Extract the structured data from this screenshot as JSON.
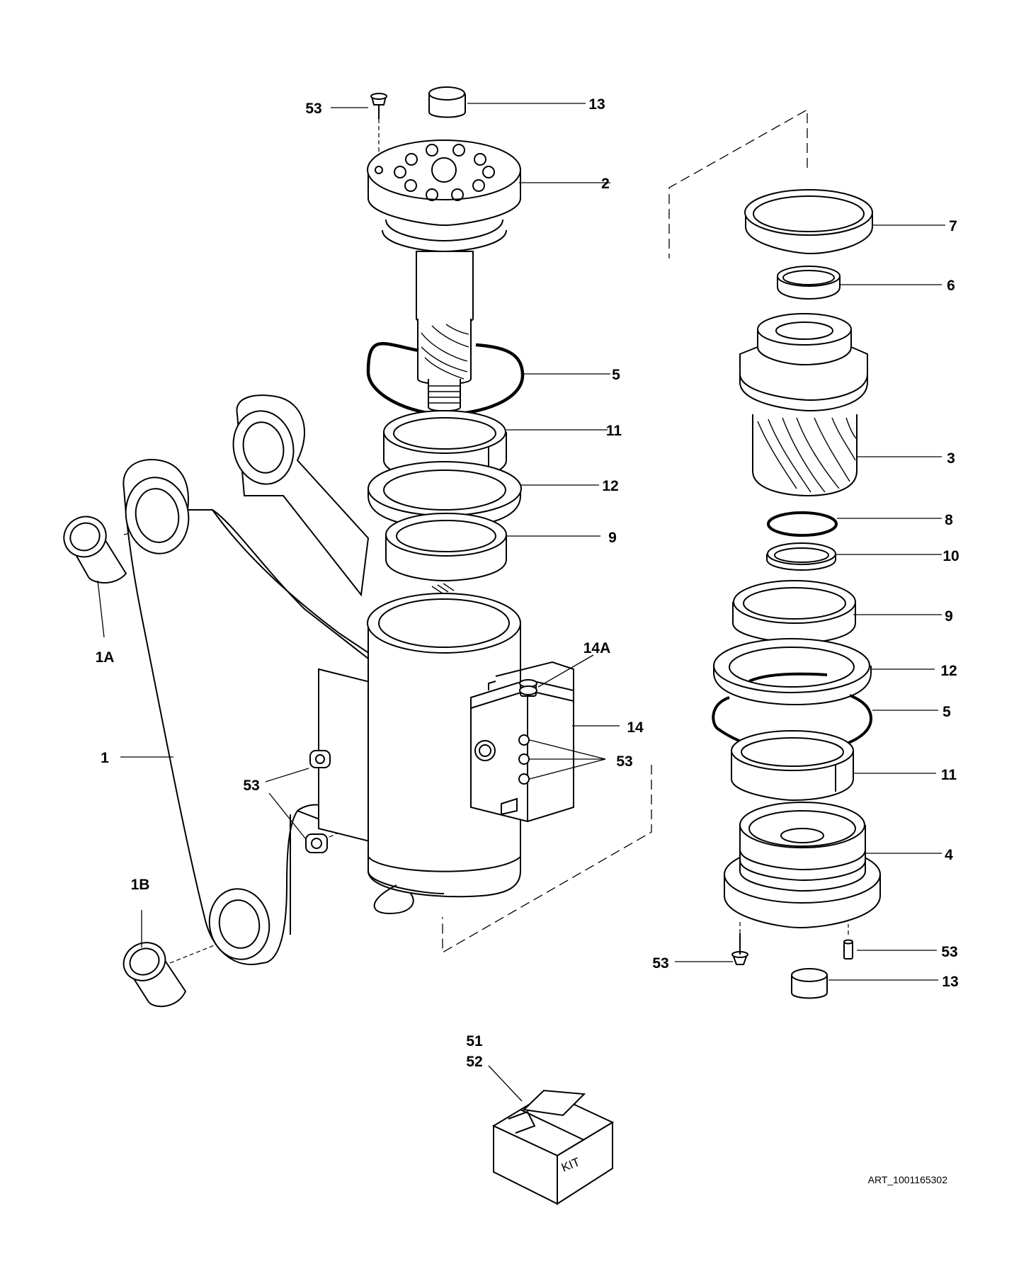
{
  "callouts": {
    "c53_top": "53",
    "c13_top": "13",
    "c2": "2",
    "c5_left": "5",
    "c11_left": "11",
    "c12_left": "12",
    "c9_left": "9",
    "c1A": "1A",
    "c1": "1",
    "c53_left": "53",
    "c1B": "1B",
    "c14A": "14A",
    "c14": "14",
    "c53_block": "53",
    "c7": "7",
    "c6": "6",
    "c3": "3",
    "c8": "8",
    "c10": "10",
    "c9_right": "9",
    "c12_right": "12",
    "c5_right": "5",
    "c11_right": "11",
    "c4": "4",
    "c53_right_bolt": "53",
    "c53_right_pin": "53",
    "c13_right": "13",
    "c51": "51",
    "c52": "52"
  },
  "kit_label": "KIT",
  "art_number": "ART_1001165302"
}
